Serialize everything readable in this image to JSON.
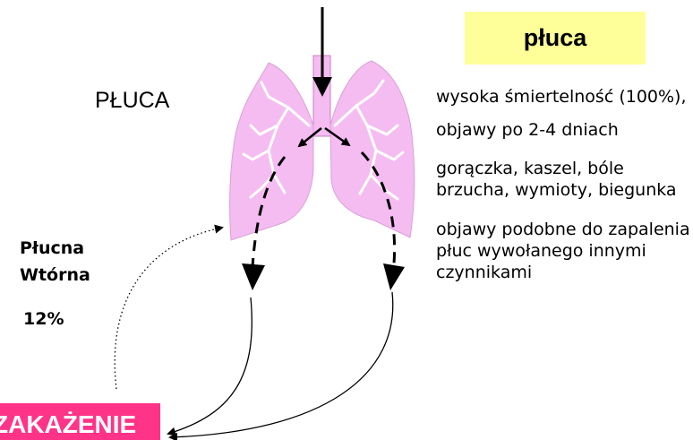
{
  "title": "płuca",
  "organ_label": "PŁUCA",
  "secondary": {
    "line1": "Płucna",
    "line2": "Wtórna",
    "percent": "12%"
  },
  "info": [
    "wysoka śmiertelność (100%),",
    "objawy po 2-4 dniach",
    "gorączka, kaszel, bóle brzucha, wymioty, biegunka",
    "objawy podobne do zapalenia płuc wywołanego innymi czynnikami"
  ],
  "bottom_box_label": "ZAKAŻENIE",
  "colors": {
    "title_bg": "#ffff99",
    "lung_fill": "#f5bcf2",
    "bottom_box_bg": "#ff3388"
  },
  "icons": [
    "lungs-illustration",
    "arrow-down-icon"
  ]
}
